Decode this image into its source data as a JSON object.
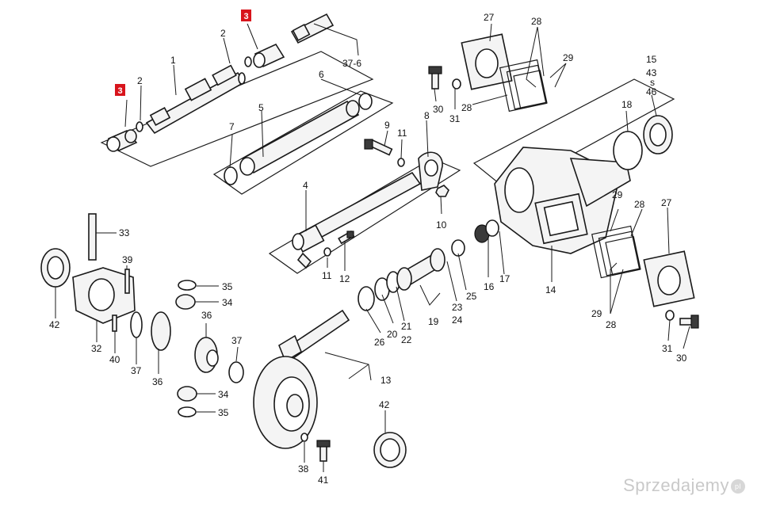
{
  "diagram": {
    "labels": {
      "p1": "1",
      "p2a": "2",
      "p2b": "2",
      "p3a": "3",
      "p3b": "3",
      "p4": "4",
      "p5": "5",
      "p6": "6",
      "p7": "7",
      "p8": "8",
      "p9": "9",
      "p10": "10",
      "p11a": "11",
      "p11b": "11",
      "p12": "12",
      "p13": "13",
      "p14": "14",
      "p15": "15",
      "p16": "16",
      "p17": "17",
      "p18": "18",
      "p19": "19",
      "p20": "20",
      "p21": "21",
      "p22": "22",
      "p23": "23",
      "p24": "24",
      "p25": "25",
      "p26": "26",
      "p27a": "27",
      "p27b": "27",
      "p28a": "28",
      "p28b": "28",
      "p28c": "28",
      "p28d": "28",
      "p29a": "29",
      "p29b": "29",
      "p29c": "29",
      "p30a": "30",
      "p30b": "30",
      "p31a": "31",
      "p31b": "31",
      "p32": "32",
      "p33": "33",
      "p34a": "34",
      "p34b": "34",
      "p35a": "35",
      "p35b": "35",
      "p36a": "36",
      "p36b": "36",
      "p37a": "37",
      "p37b": "37",
      "p37c": "37-6",
      "p38": "38",
      "p39": "39",
      "p40": "40",
      "p41": "41",
      "p42a": "42",
      "p42b": "42",
      "p43": "43",
      "p46": "46",
      "s_mark": "s"
    },
    "highlight_color": "#d8141c"
  },
  "watermark": {
    "text": "Sprzedajemy",
    "suffix": "pl"
  }
}
